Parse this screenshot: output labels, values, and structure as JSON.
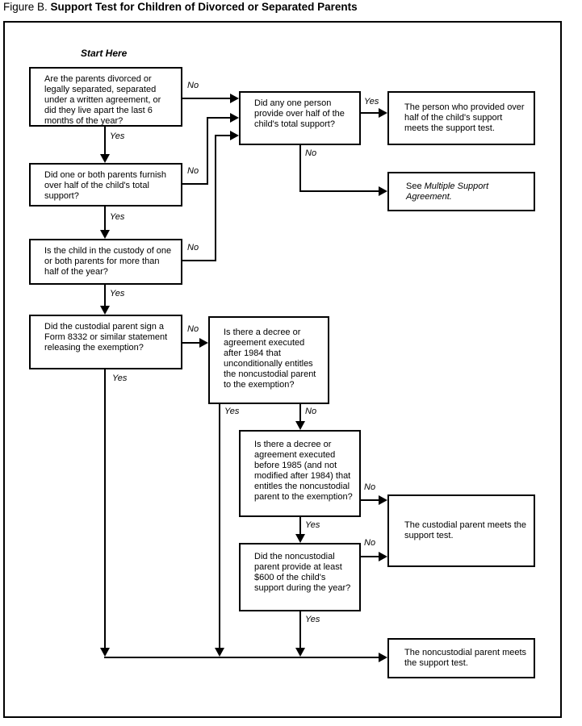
{
  "title": {
    "prefix": "Figure B.",
    "bold": "Support Test for Children of Divorced or Separated Parents"
  },
  "start_here": "Start Here",
  "labels": {
    "yes": "Yes",
    "no": "No"
  },
  "nodes": {
    "q_divorced": "Are the parents divorced or legally separated, separated under a written agreement, or did they live apart the last 6 months of the year?",
    "q_one_person": "Did any one person provide over half of the child's total support?",
    "r_person_provided": "The person who provided over half of the child's support meets the support test.",
    "r_multiple_prefix": "See ",
    "r_multiple_italic": "Multiple Support Agreement.",
    "q_both_parents": "Did one or both parents furnish over half of the child's total support?",
    "q_custody": "Is the child in the custody of one or both parents for more than half of the year?",
    "q_form_8332": "Did the custodial parent sign a Form 8332 or similar statement releasing the exemption?",
    "q_decree_after_1984": "Is there a decree or agreement executed after 1984 that unconditionally entitles the noncustodial parent to the exemption?",
    "q_decree_before_1985": "Is there a decree or agreement executed before 1985 (and not modified after 1984) that entitles the noncustodial parent to the exemption?",
    "q_600_support": "Did the noncustodial parent provide at least $600 of the child's support during the year?",
    "r_custodial": "The custodial parent meets the support test.",
    "r_noncustodial": "The noncustodial parent meets the support test."
  }
}
